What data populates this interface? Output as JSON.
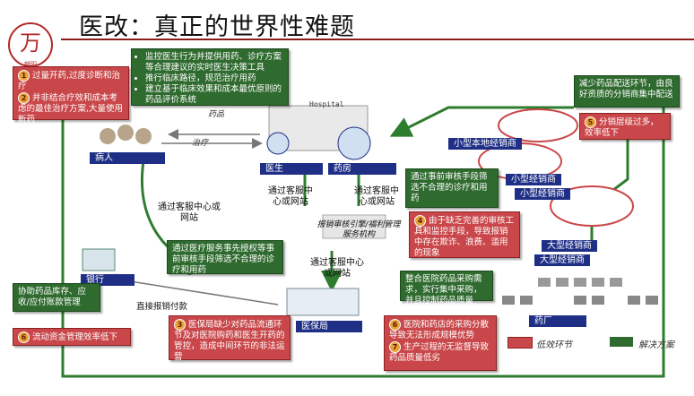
{
  "title": "医改：真正的世界性难题",
  "logo": {
    "mark": "万",
    "caption": "朝阳"
  },
  "problem_boxes": [
    {
      "num": "1",
      "text": "过量开药,过度诊断和治疗"
    },
    {
      "num": "2",
      "text": "并非结合疗效和成本考虑的最佳治疗方案,大量使用新药"
    }
  ],
  "solution_top": [
    "监控医生行为并提供用药、诊疗方案等合理建议的实时医生决策工具",
    "推行临床路径，规范治疗用药",
    "建立基于临床效果和成本最优原则的药品评价系统"
  ],
  "hospital_sign": "Hospital",
  "actors": {
    "patient": "病人",
    "doctor": "医生",
    "pharmacy": "药房",
    "bank": "银行",
    "insurance": "医保局",
    "factory": "药厂"
  },
  "flow_labels": {
    "drug": "药品",
    "treatment": "治疗",
    "reimbursement": "报销审核引擎/福利管理服务机构",
    "direct_payment": "直接报销付款"
  },
  "service_bubbles": [
    "通过客服中心或网站",
    "通过客服中心或网站",
    "通过客服中心或网站",
    "通过客服中心或网站"
  ],
  "mid_green": [
    "通过事前审核手段筛选不合理的诊疗和用药",
    "通过医疗服务事先授权等事前审核手段筛选不合理的诊疗和用药"
  ],
  "problem_3": {
    "num": "3",
    "text": "医保局缺少对药品流通环节及对医院购药和医生开药的管控，造成中间环节的非法运营"
  },
  "problem_4": {
    "num": "4",
    "text": "由于缺乏完善的审核工具和监控手段，导致报销中存在欺诈、浪费、滥用的现象"
  },
  "problem_5": {
    "num": "5",
    "text": "分销层级过多，效率低下"
  },
  "problem_6": {
    "num": "6",
    "text": "流动资金管理效率低下"
  },
  "problem_7": [
    {
      "num": "6",
      "text": "医院和药店的采购分散导致无法形成规模优势"
    },
    {
      "num": "7",
      "text": "生产过程的无监督导致药品质量低劣"
    }
  ],
  "solution_distribution": "减少药品配送环节，由良好资质的分销商集中配送",
  "solution_bank": "协助药品库存、应收/应付账款管理",
  "solution_purchase": "整合医院药品采购需求，实行集中采购，并且控制药品质量",
  "distributors": {
    "small_local": "小型本地经销商",
    "small_1": "小型经销商",
    "small_2": "小型经销商",
    "large_1": "大型经销商",
    "large_2": "大型经销商"
  },
  "legend": {
    "problem": "低效环节",
    "solution": "解决方案"
  },
  "colors": {
    "problem": "#c9474a",
    "solution": "#2f6a2f",
    "actor": "#1f2f86",
    "flow": "#2e7d2e"
  }
}
